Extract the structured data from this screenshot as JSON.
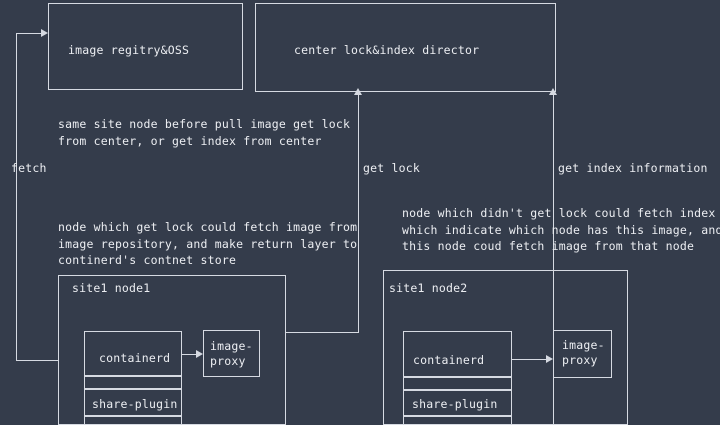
{
  "diagram": {
    "background_color": "#343c4b",
    "line_color": "#d6dae2",
    "text_color": "#eceef2",
    "nodes": {
      "registry": {
        "label": "image regitry&OSS"
      },
      "center": {
        "label": "center lock&index director"
      },
      "site1_node1": {
        "label": "site1 node1"
      },
      "site1_node2": {
        "label": "site1 node2"
      },
      "node1_containerd": {
        "label": "containerd"
      },
      "node1_share_plugin": {
        "label": "share-plugin"
      },
      "node1_image_proxy": {
        "label": "image-\nproxy"
      },
      "node2_containerd": {
        "label": "containerd"
      },
      "node2_share_plugin": {
        "label": "share-plugin"
      },
      "node2_image_proxy": {
        "label": "image-\nproxy"
      }
    },
    "edge_labels": {
      "fetch": "fetch",
      "get_lock": "get lock",
      "get_index_information": "get index information"
    },
    "notes": {
      "center_note": "same site node before pull image get lock\nfrom center, or get index from center",
      "left_note": "node which get lock could fetch image from\nimage repository, and make return layer to\ncontinerd's contnet store",
      "right_note": "node which didn't get lock could fetch index\nwhich indicate which node has this image, and\nthis node coud fetch image from that node"
    }
  }
}
